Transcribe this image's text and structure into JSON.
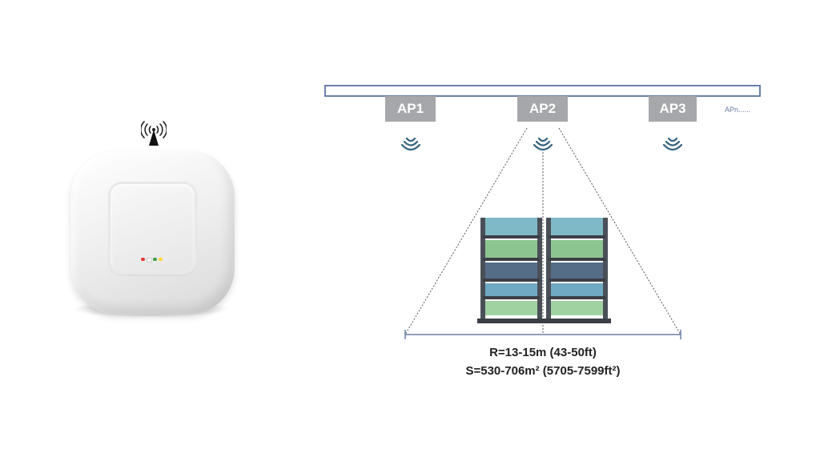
{
  "device": {
    "leds": [
      "#e53935",
      "#ffffff",
      "#43a047",
      "#fdd835"
    ]
  },
  "diagram": {
    "access_points": [
      {
        "label": "AP1"
      },
      {
        "label": "AP2"
      },
      {
        "label": "AP3"
      }
    ],
    "more_label": "APn......",
    "range_text": "R=13-15m  (43-50ft)",
    "area_text": "S=530-706m²  (5705-7599ft²)",
    "colors": {
      "ap_box": "#a6a7aa",
      "wifi": "#33627f",
      "line": "#6a7fa8"
    }
  }
}
